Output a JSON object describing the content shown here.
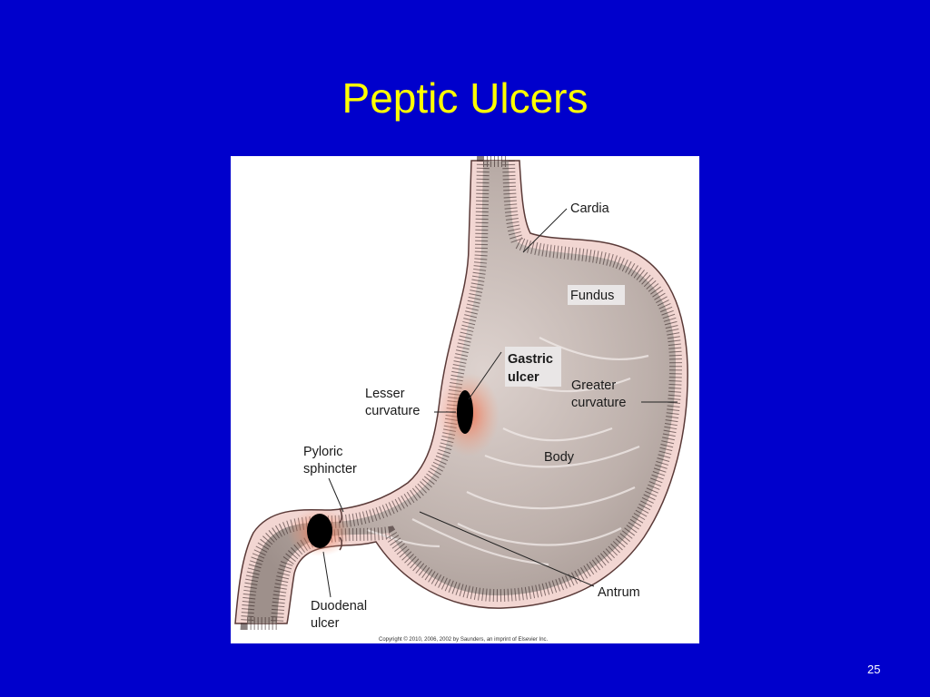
{
  "slide": {
    "title": "Peptic Ulcers",
    "page_number": "25"
  },
  "figure": {
    "labels": {
      "cardia": "Cardia",
      "fundus": "Fundus",
      "gastric_ulcer_line1": "Gastric",
      "gastric_ulcer_line2": "ulcer",
      "lesser_curvature_line1": "Lesser",
      "lesser_curvature_line2": "curvature",
      "greater_curvature_line1": "Greater",
      "greater_curvature_line2": "curvature",
      "body": "Body",
      "pyloric_sphincter_line1": "Pyloric",
      "pyloric_sphincter_line2": "sphincter",
      "duodenal_ulcer_line1": "Duodenal",
      "duodenal_ulcer_line2": "ulcer",
      "antrum": "Antrum"
    },
    "copyright": "Copyright © 2010, 2006, 2002 by Saunders, an imprint of Elsevier Inc."
  },
  "colors": {
    "background": "#0000cc",
    "title": "#ffff00",
    "wall": "#f2d6d2",
    "lumen": "#b9aaa5",
    "ulcer_halo": "#f08a6a",
    "ulcer": "#000000"
  }
}
